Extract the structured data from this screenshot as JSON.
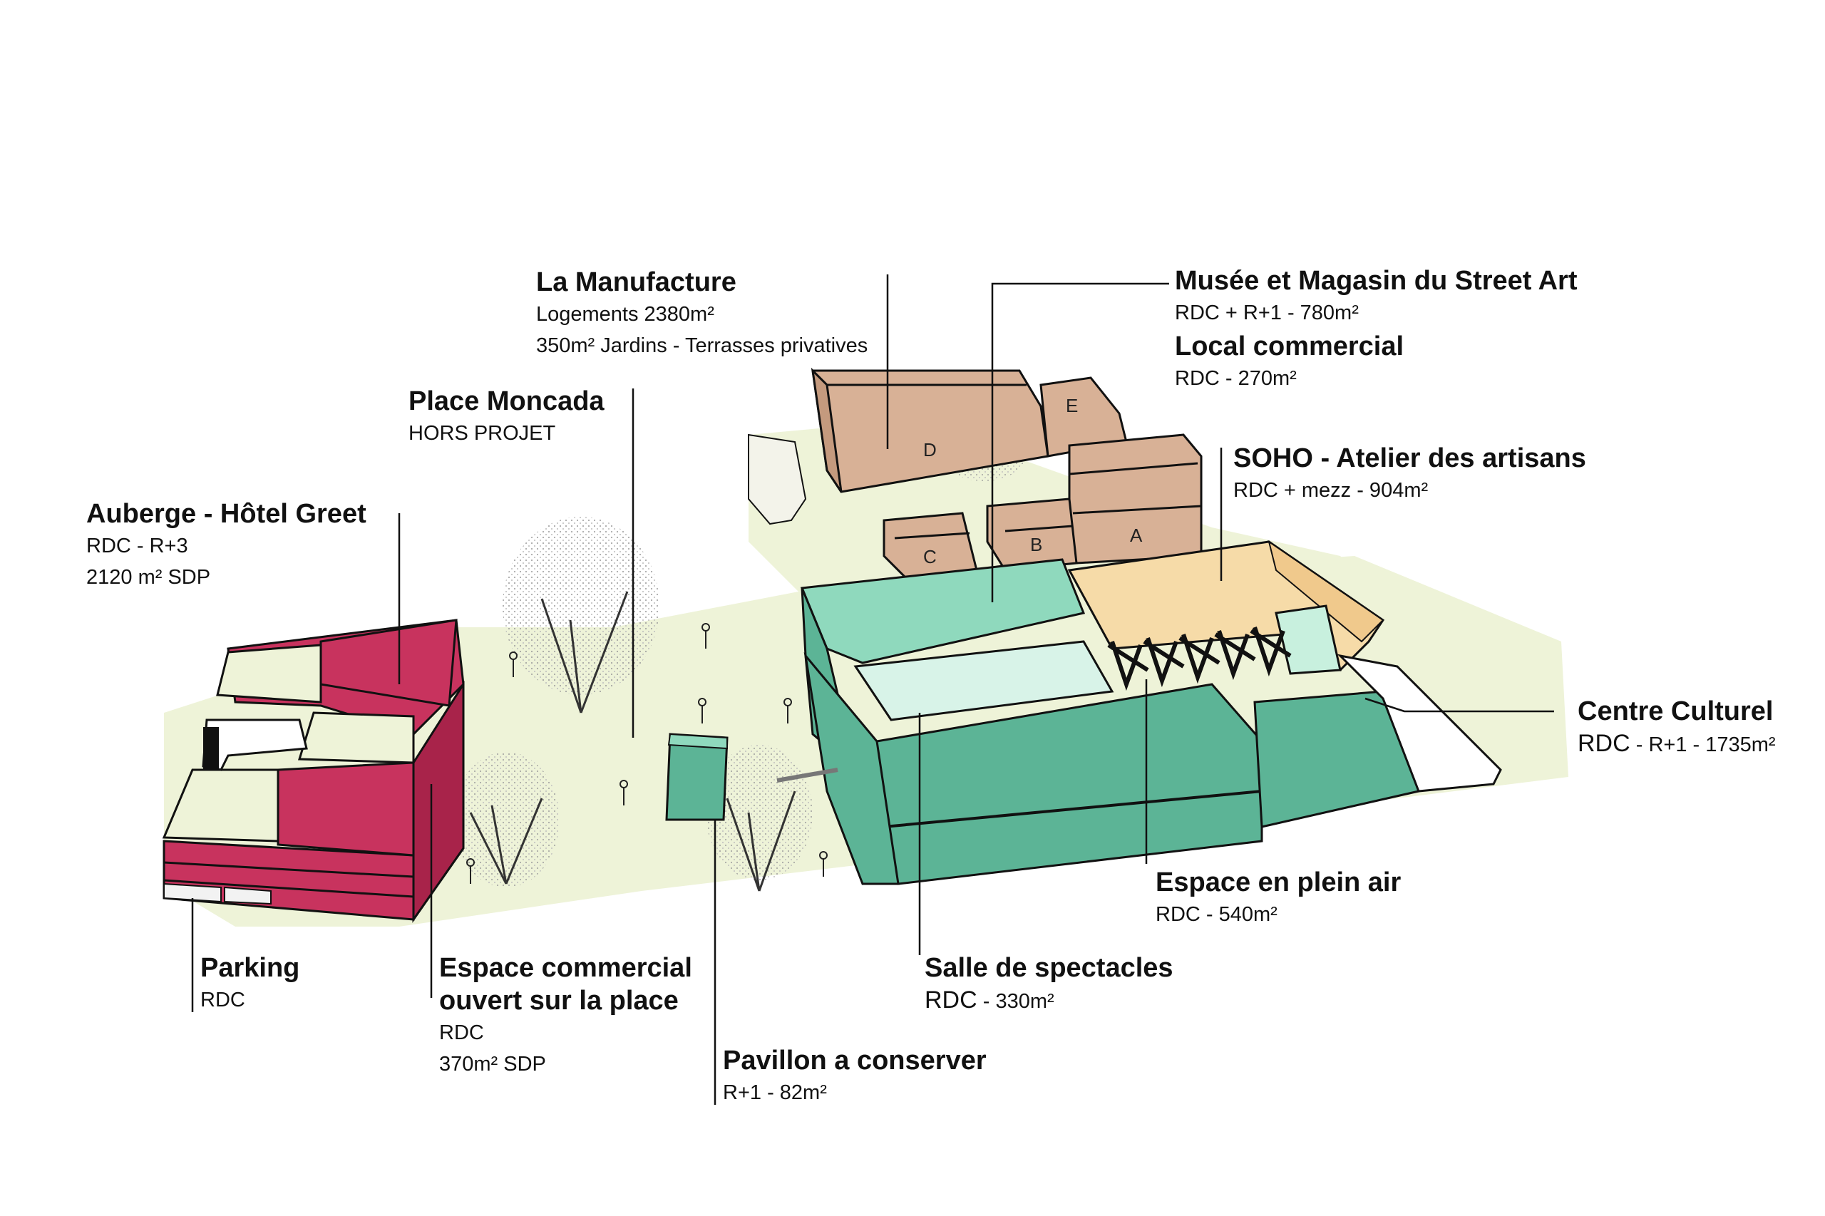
{
  "labels": {
    "manufacture": {
      "title": "La Manufacture",
      "line1": "Logements 2380m²",
      "line2": "350m² Jardins - Terrasses privatives"
    },
    "place": {
      "title": "Place Moncada",
      "line1": "HORS PROJET"
    },
    "auberge": {
      "title": "Auberge - Hôtel Greet",
      "line1": "RDC - R+3",
      "line2": "2120 m² SDP"
    },
    "musee": {
      "title": "Musée et Magasin du Street Art",
      "line1": "RDC + R+1 - 780m²"
    },
    "local": {
      "title": "Local commercial",
      "line1": "RDC - 270m²"
    },
    "soho": {
      "title": "SOHO - Atelier des artisans",
      "line1": "RDC + mezz - 904m²"
    },
    "centre": {
      "title": "Centre Culturel",
      "line1a": "RDC",
      "line1b": " - R+1 - 1735m²"
    },
    "espace_air": {
      "title": "Espace en plein air",
      "line1": "RDC - 540m²"
    },
    "salle": {
      "title": "Salle de spectacles",
      "line1a": "RDC",
      "line1b": " - 330m²"
    },
    "parking": {
      "title": "Parking",
      "line1": "RDC"
    },
    "commercial": {
      "title1": "Espace commercial",
      "title2": "ouvert sur la place",
      "line1": "RDC",
      "line2": "370m² SDP"
    },
    "pavillon": {
      "title": "Pavillon a conserver",
      "line1": "R+1 - 82m²"
    }
  },
  "blocks": {
    "a": "A",
    "b": "B",
    "c": "C",
    "d": "D",
    "e": "E"
  },
  "colors": {
    "hotel": "#c8335e",
    "hotel_dark": "#a8234a",
    "manufacture": "#d8b196",
    "manufacture_dark": "#c49a7e",
    "soho": "#f6dba8",
    "culture": "#5cb496",
    "culture_light": "#8fd9bd",
    "culture_pale": "#d8f3e8",
    "ground": "#eef3d8",
    "line": "#111111"
  }
}
